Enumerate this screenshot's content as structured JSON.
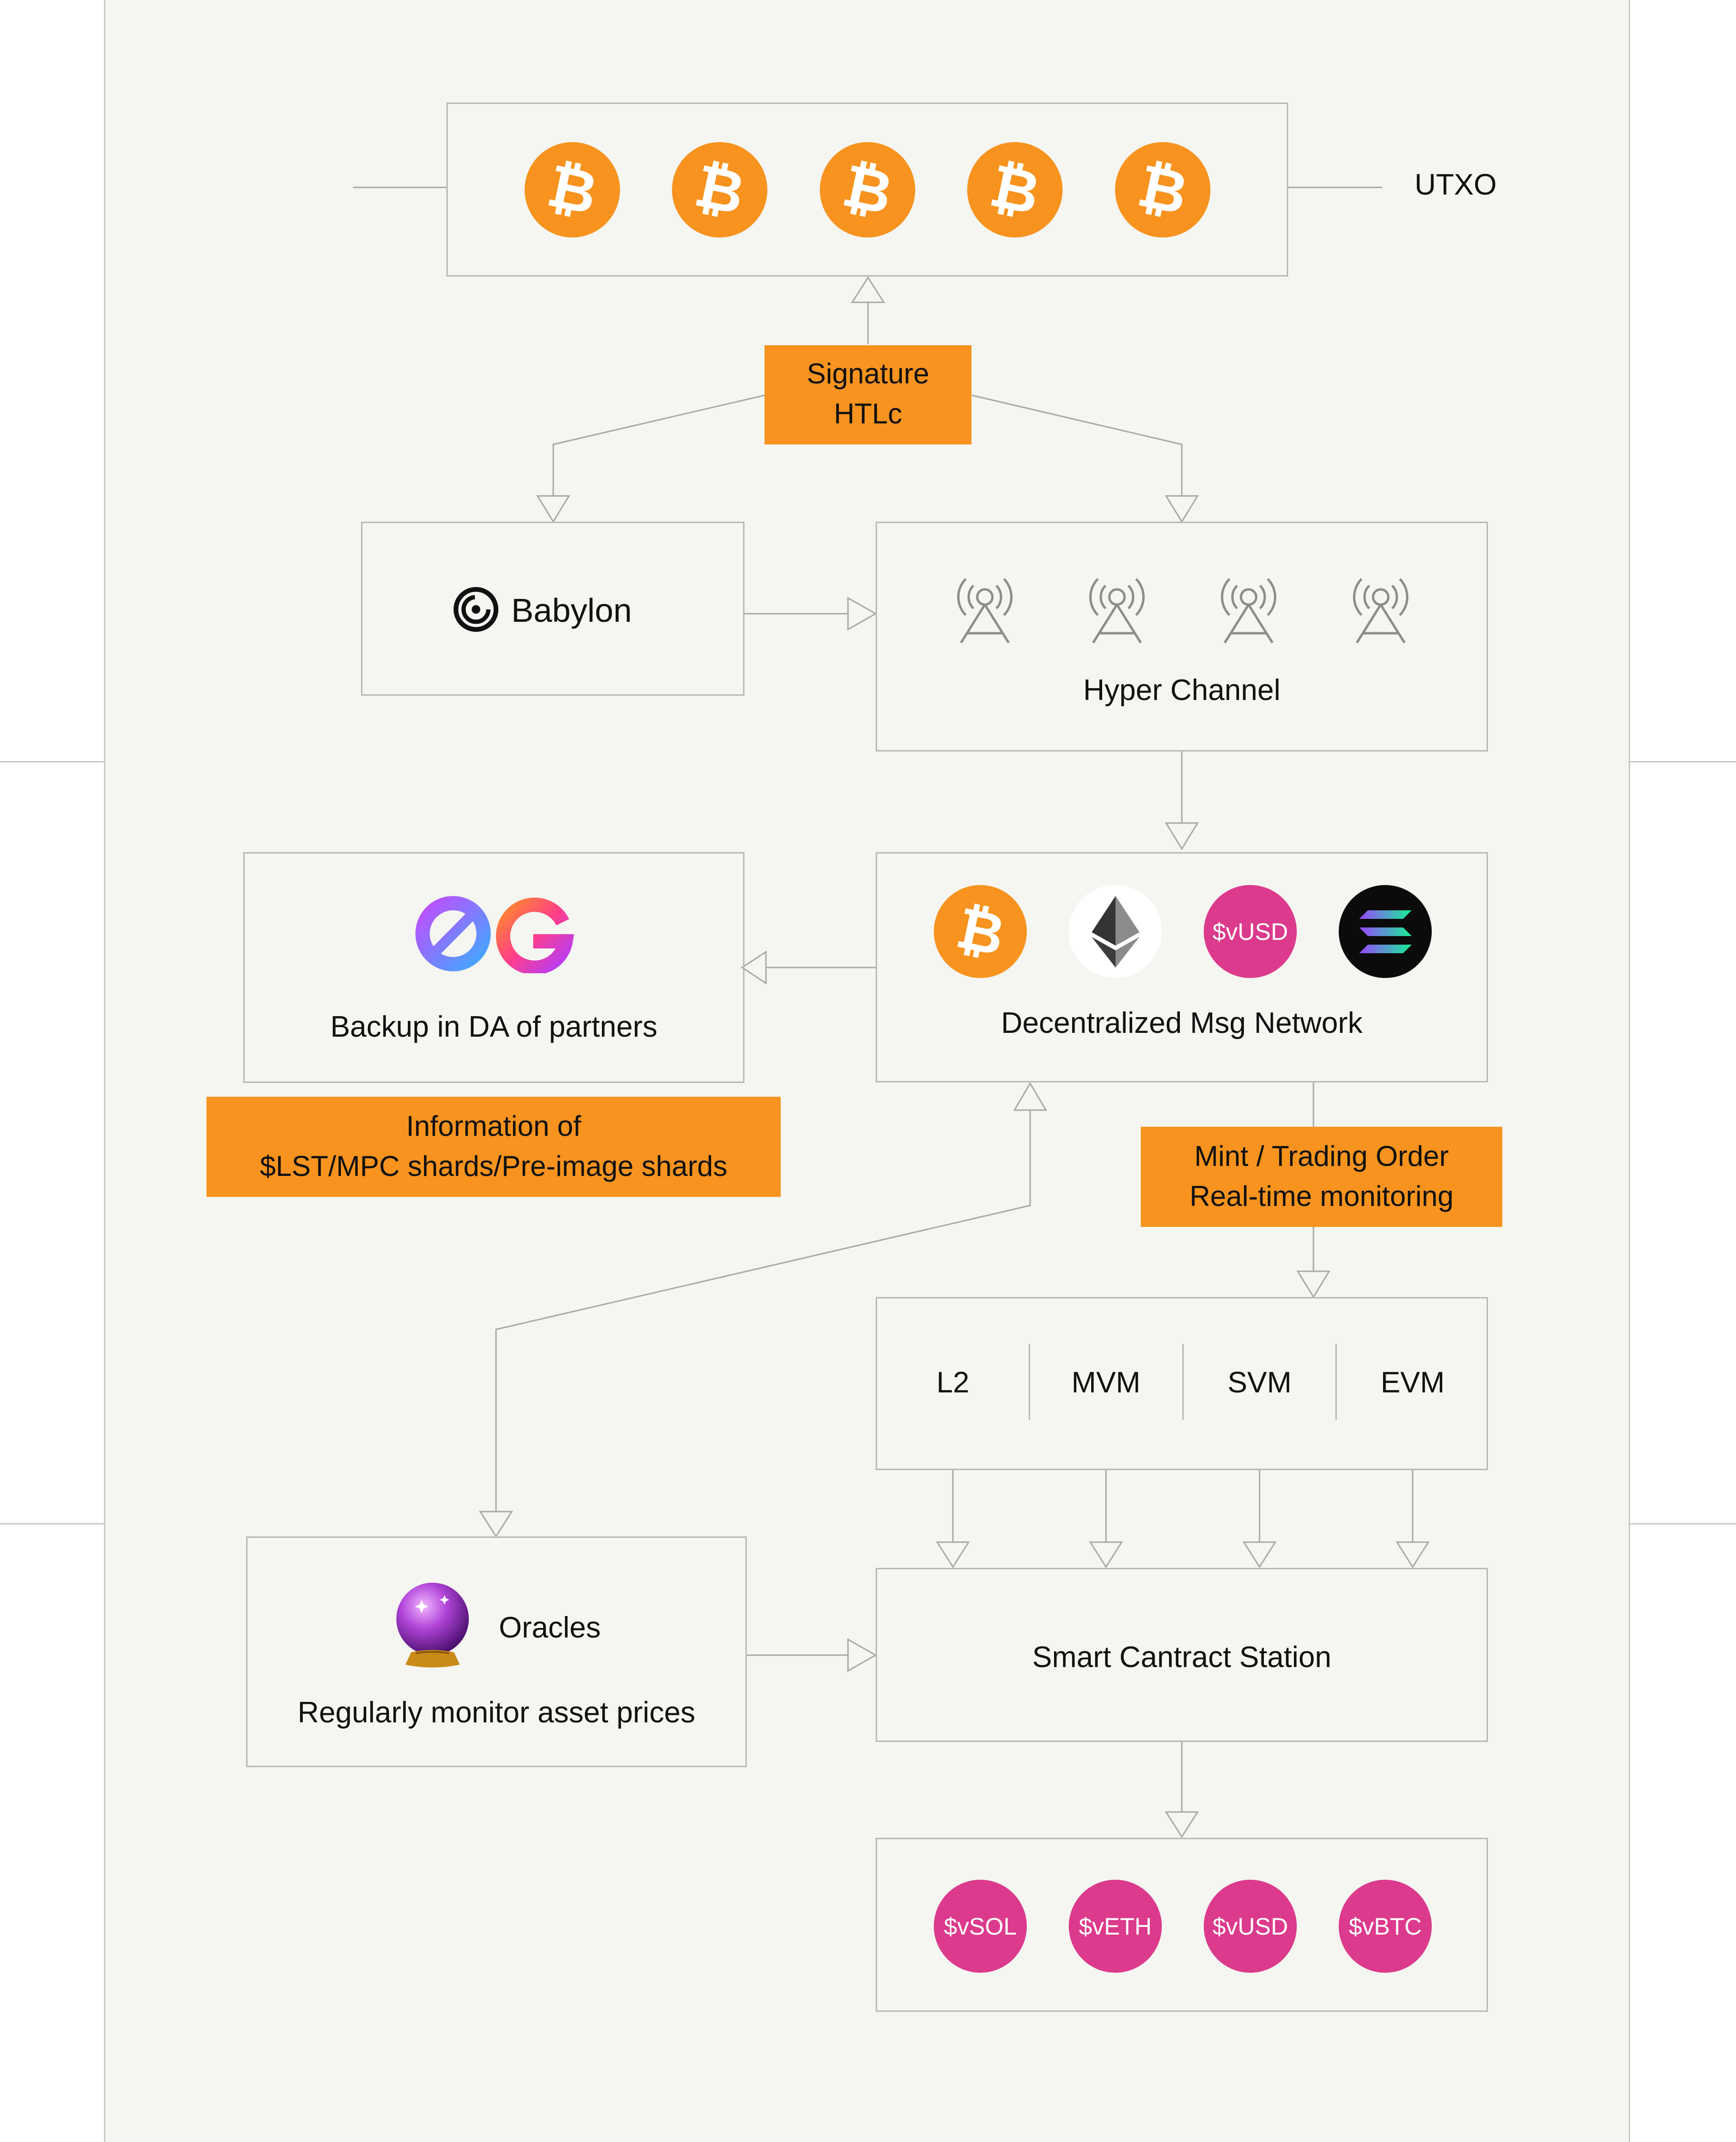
{
  "utxo_label": "UTXO",
  "signature_tag": {
    "line1": "Signature",
    "line2": "HTLc"
  },
  "babylon": {
    "label": "Babylon",
    "icon": "babylon-logo-icon"
  },
  "hyper_channel": {
    "label": "Hyper Channel",
    "icon": "radio-tower-icon"
  },
  "backup": {
    "label": "Backup in DA of partners",
    "icon": "0g-logo-icon"
  },
  "information_tag": {
    "line1": "Information of",
    "line2": "$LST/MPC shards/Pre-image shards"
  },
  "msg_network": {
    "label": "Decentralized Msg Network",
    "coins": [
      {
        "name": "bitcoin-icon",
        "text": ""
      },
      {
        "name": "ethereum-icon",
        "text": ""
      },
      {
        "name": "vusd-coin",
        "text": "$vUSD"
      },
      {
        "name": "solana-icon",
        "text": ""
      }
    ]
  },
  "mint_tag": {
    "line1": "Mint / Trading Order",
    "line2": "Real-time monitoring"
  },
  "vms": [
    "L2",
    "MVM",
    "SVM",
    "EVM"
  ],
  "oracles": {
    "title": "Oracles",
    "subtitle": "Regularly monitor asset prices",
    "icon": "crystal-ball-icon"
  },
  "smart_contract": {
    "label": "Smart Cantract Station"
  },
  "outputs": [
    "$vSOL",
    "$vETH",
    "$vUSD",
    "$vBTC"
  ],
  "colors": {
    "orange": "#f7931e",
    "pink": "#dc3a8c",
    "border": "#b9b9b5",
    "background": "#f5f5f1"
  }
}
